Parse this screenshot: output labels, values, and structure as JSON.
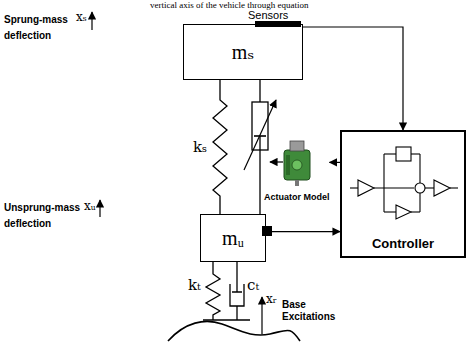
{
  "diagram": {
    "nodes": [
      {
        "text": [
          "mₛ"
        ]
      },
      {
        "text": [
          "Actuator Model"
        ]
      },
      {
        "text": [
          "Controller"
        ]
      },
      {
        "text": [
          "mᵤ"
        ]
      }
    ],
    "edges": [
      {
        "from": 0,
        "to": 2,
        "arrow": "to"
      },
      {
        "from": 2,
        "to": 1,
        "arrow": "to"
      },
      {
        "from": 3,
        "to": 2,
        "arrow": "to"
      }
    ],
    "labels": [
      "vertical axis of the vehicle through equation",
      "Sensors",
      "Sprung-mass",
      "xₛ",
      "deflection",
      "kₛ",
      "Unsprung-mass",
      "xᵤ",
      "deflection",
      "kₜ",
      "cₜ",
      "xᵣ",
      "Base Excitations"
    ]
  }
}
